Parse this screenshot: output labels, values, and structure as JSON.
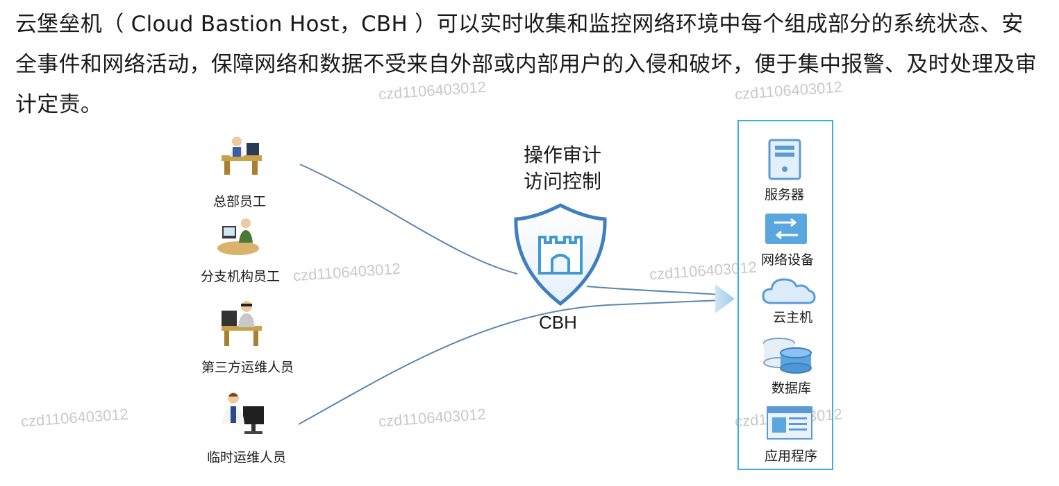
{
  "intro_text": "云堡垒机（ Cloud Bastion Host，CBH ）可以实时收集和监控网络环境中每个组成部分的系统状态、安全事件和网络活动，保障网络和数据不受来自外部或内部用户的入侵和破坏，便于集中报警、及时处理及审计定责。",
  "watermark": "czd1106403012",
  "users": [
    {
      "label": "总部员工",
      "icon": "office-worker-icon"
    },
    {
      "label": "分支机构员工",
      "icon": "branch-worker-icon"
    },
    {
      "label": "第三方运维人员",
      "icon": "third-party-ops-icon"
    },
    {
      "label": "临时运维人员",
      "icon": "temp-ops-icon"
    }
  ],
  "center": {
    "line1": "操作审计",
    "line2": "访问控制",
    "name": "CBH",
    "icon": "castle-shield-icon"
  },
  "assets": [
    {
      "label": "服务器",
      "icon": "server-icon"
    },
    {
      "label": "网络设备",
      "icon": "network-device-icon"
    },
    {
      "label": "云主机",
      "icon": "cloud-icon"
    },
    {
      "label": "数据库",
      "icon": "database-icon"
    },
    {
      "label": "应用程序",
      "icon": "application-icon"
    }
  ],
  "colors": {
    "shield": "#3f7fbf",
    "connector": "#5a86b0",
    "box_border": "#3ab0dd",
    "watermark": "#c9c9c9"
  }
}
